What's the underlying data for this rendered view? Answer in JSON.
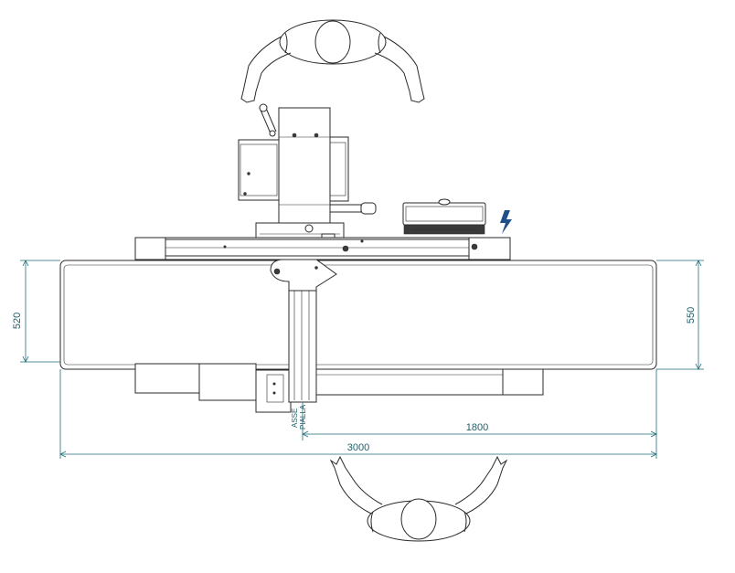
{
  "dimensions": {
    "left_height": "520",
    "right_height": "550",
    "partial_length": "1800",
    "total_length": "3000",
    "axis_label_line1": "ASSE",
    "axis_label_line2": "PIALLA"
  },
  "colors": {
    "outline": "#2a2a2a",
    "dimension": "#1f6f7a",
    "warning": "#1f4f8a"
  },
  "icons": {
    "warning": "lightning-bolt-icon"
  }
}
